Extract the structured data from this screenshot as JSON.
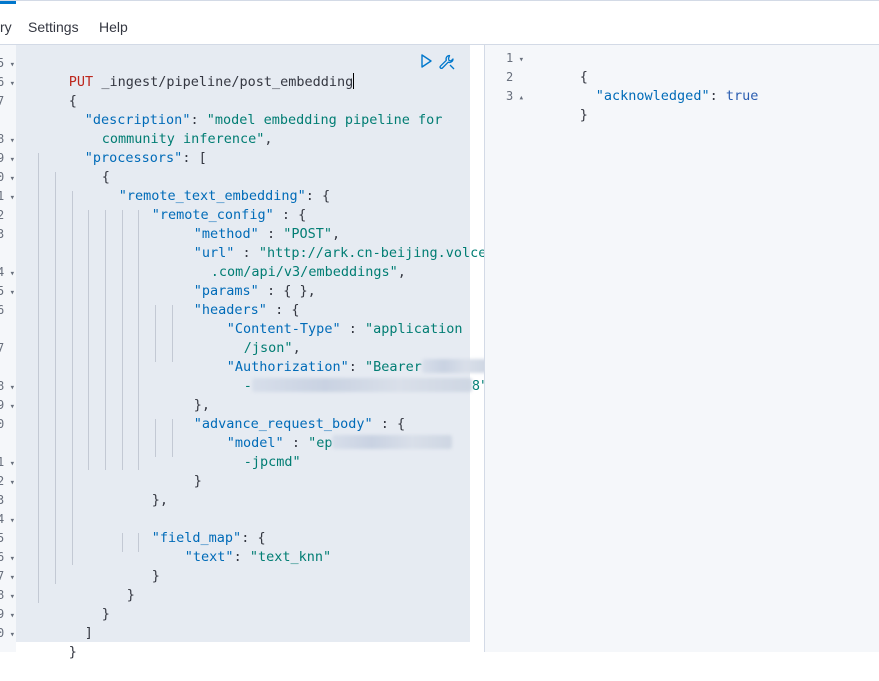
{
  "menu": {
    "items": [
      {
        "label": "ry"
      },
      {
        "label": "Settings"
      },
      {
        "label": "Help"
      }
    ]
  },
  "colors": {
    "accent": "#0077cc",
    "method": "#bd271e",
    "key": "#006bb8",
    "string": "#017d73",
    "editor_bg": "#e6ebf2"
  },
  "request": {
    "method": "PUT",
    "path": "_ingest/pipeline/post_embedding",
    "run_icon": "play-icon",
    "settings_icon": "wrench-icon",
    "gutter": [
      {
        "num": "5",
        "fold": true
      },
      {
        "num": "6",
        "fold": true
      },
      {
        "num": "7",
        "fold": false
      },
      {
        "num": "",
        "fold": false
      },
      {
        "num": "8",
        "fold": true
      },
      {
        "num": "9",
        "fold": true
      },
      {
        "num": "0",
        "fold": true
      },
      {
        "num": "1",
        "fold": true
      },
      {
        "num": "2",
        "fold": false
      },
      {
        "num": "3",
        "fold": false
      },
      {
        "num": "",
        "fold": false
      },
      {
        "num": "4",
        "fold": true
      },
      {
        "num": "5",
        "fold": true
      },
      {
        "num": "6",
        "fold": false
      },
      {
        "num": "",
        "fold": false
      },
      {
        "num": "7",
        "fold": false
      },
      {
        "num": "",
        "fold": false
      },
      {
        "num": "8",
        "fold": true
      },
      {
        "num": "9",
        "fold": true
      },
      {
        "num": "0",
        "fold": false
      },
      {
        "num": "",
        "fold": false
      },
      {
        "num": "1",
        "fold": true
      },
      {
        "num": "2",
        "fold": true
      },
      {
        "num": "3",
        "fold": false
      },
      {
        "num": "4",
        "fold": true
      },
      {
        "num": "5",
        "fold": false
      },
      {
        "num": "6",
        "fold": true
      },
      {
        "num": "7",
        "fold": true
      },
      {
        "num": "8",
        "fold": true
      },
      {
        "num": "9",
        "fold": true
      },
      {
        "num": "0",
        "fold": true
      }
    ],
    "body": {
      "open": "{",
      "description_key": "\"description\"",
      "description_val_1": "\"model embedding pipeline for",
      "description_val_2": "community inference\"",
      "processors_key": "\"processors\"",
      "processor_open": "{",
      "rte_key": "\"remote_text_embedding\"",
      "remote_config_key": "\"remote_config\"",
      "method_key": "\"method\"",
      "method_val": "\"POST\"",
      "url_key": "\"url\"",
      "url_val_1": "\"http://ark.cn-beijing.volces",
      "url_val_2": ".com/api/v3/embeddings\"",
      "params_key": "\"params\"",
      "params_val": "{ }",
      "headers_key": "\"headers\"",
      "ct_key": "\"Content-Type\"",
      "ct_val_1": "\"application",
      "ct_val_2": "/json\"",
      "auth_key": "\"Authorization\"",
      "auth_val_1": "\"Bearer",
      "auth_tail_1": "0",
      "auth_val_2": "-",
      "auth_tail_2": "8\"",
      "arb_key": "\"advance_request_body\"",
      "model_key": "\"model\"",
      "model_val_1": "\"ep",
      "model_val_2": "-jpcmd\"",
      "close_brace": "}",
      "close_brace_comma": "},",
      "field_map_key": "\"field_map\"",
      "text_key": "\"text\"",
      "text_val": "\"text_knn\"",
      "close_bracket": "]"
    }
  },
  "response": {
    "gutter": [
      {
        "num": "1",
        "fold": "down"
      },
      {
        "num": "2",
        "fold": ""
      },
      {
        "num": "3",
        "fold": "up"
      }
    ],
    "open": "{",
    "ack_key": "\"acknowledged\"",
    "ack_val": "true",
    "close": "}"
  }
}
